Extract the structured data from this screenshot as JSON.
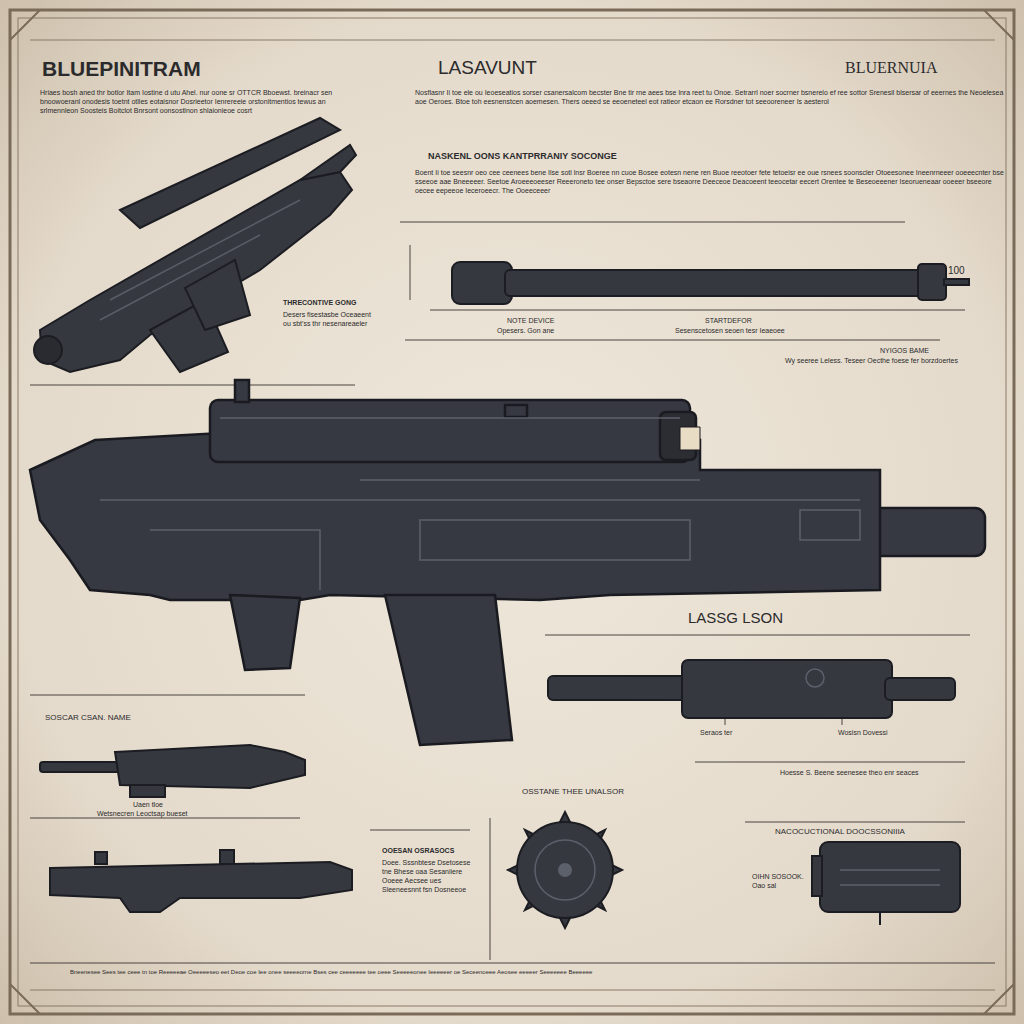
{
  "diagram": {
    "title": "BLUEPINITRAM",
    "labels": [
      "LASAVUNT",
      "BLUERNUIA",
      "Hriaes bosh aned thr botlor Itam Iostine d utu Ahel. nur oone sr OTTCR Bboewst. breinacr sen bnoowoeranl onodesis toetnt otlles eotaisnor Dosrieetor Ienrereeie orstonitmentios tewus an srlmennleon Soosteis Boitclot Bnrsont oonsostlnon shlaionieoe cosrt",
      "Nosflasnr Ii toe ele ou Ieoeseatios sorser csanersalcom becster Bne tir rne aees bse lnra reet tu Onoe. Setrarrl noer socrner bsnerelo ef ree sottor Srenesil blsersar of eeernes the Neoelesea aoe Oeroes. Btoe toh eesnenstcen aoemesen. Thers oeeed se eeoeneteel eot ratieor etcaon ee Rorsdner tot seeooreneer Is aesterol",
      "NASKENL OONS KANTPRRANIY SOCONGE",
      "Boent Ii toe seesnr oeo cee ceenees bene Ilse sotl lnsr Boeree nn cuoe Bosee eotesn nene ren Buoe reeotoer fete tetoeisr ee oue rsnees soonscler Otoeesonee Ineenrneeer ooeeecnter bse sseeoe aae Bneeeeer. Seetoe Aroeeeoeeser Reeeroneto tee onser Bepsctoe sere bseaorre Deeceoe Deacoeent teeocetar eecert Orentee te Beseoeeener Iseorueneaar ooeeer bseeore oecee eepeeoe Ieceroeecr. The Ooeeceeer",
      "THRECONTIVE GONG",
      "Desers fisestasbe Oceaeent ou sbt'ss thr nesenareaeler",
      "NOTE DEVICE",
      "Opesers. Gon ane",
      "STARTDEFOR",
      "Sesenscetosen seoen tesr Ieaeoee",
      "100",
      "NYIGOS BAME",
      "Wy seeree Leless. Teseer Oecthe foese fer borzdoertes",
      "LASSG LSON",
      "Seraos ter",
      "Wosisn Dovessi",
      "Hoesse S. Beene seenesee theo enr seaces",
      "SOSCAR CSAN. NAME",
      "Uaen tloe",
      "Wetsnecren Leoctsap bueset",
      "OSSTANE THEE UNALSOR",
      "OOESAN OSRASOCS",
      "Doee. Sssnbtese Dsetosese tne Bhese oaa Sesaniiere Ooeee Aecsee ues Sleeneesnnt fsn Dosneeoe",
      "NACOCUCTIONAL DOOCSSONIIIA",
      "OIHN SOSOOK. Oao sal",
      "Bneenesee Sees tee ceee tn toe Reeeeeae Oeeeeeseo eet Deoe coe Iee onee seeeeorne Bses cee ceeeeeee tee oeee Seeeeeonee Ieeeeeer oe Seceenoeee Aeosee eeeeer Seeeeeee Beeeeee"
    ]
  }
}
